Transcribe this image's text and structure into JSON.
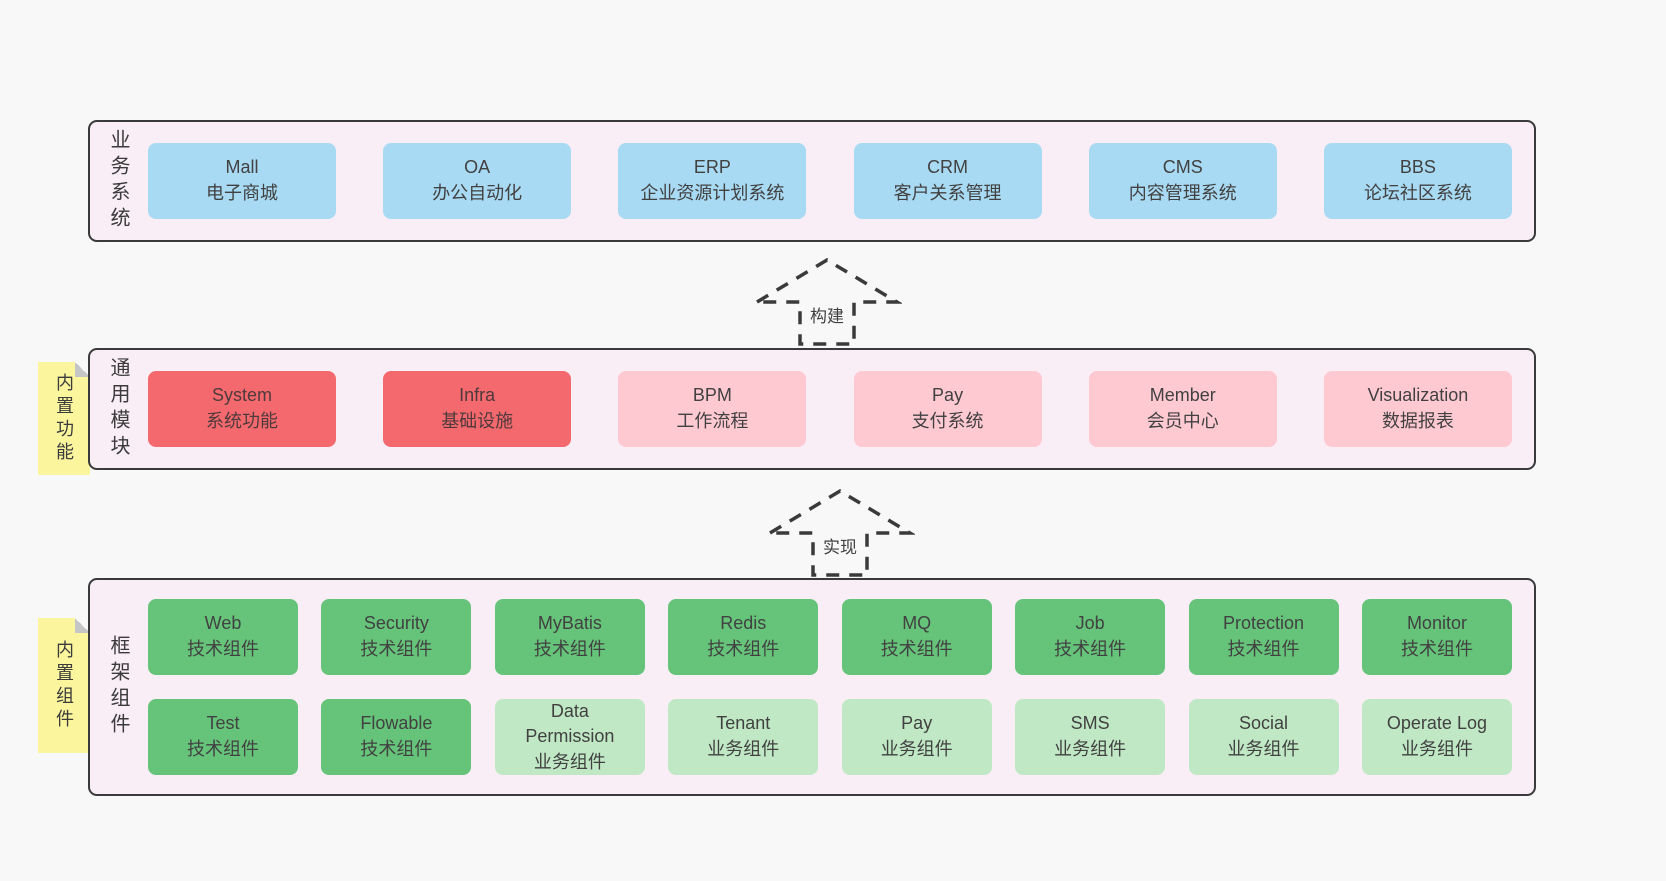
{
  "colors": {
    "page_bg": "#f8f8f8",
    "band_bg": "#f9edf6",
    "band_border": "#3a3a3a",
    "blue": "#a9daf3",
    "red": "#f4696e",
    "pink": "#ffc9d2",
    "green": "#66c47a",
    "light_green": "#c0e8c5",
    "sticky_yellow": "#fbf59e",
    "sticky_fold": "#c6c6c6",
    "text": "#414141"
  },
  "arrows": [
    {
      "label": "构建"
    },
    {
      "label": "实现"
    }
  ],
  "stickies": [
    {
      "label": "内置功能"
    },
    {
      "label": "内置组件"
    }
  ],
  "bands": [
    {
      "label": "业务系统",
      "boxes": [
        {
          "title": "Mall",
          "subtitle": "电子商城",
          "variant": "blue"
        },
        {
          "title": "OA",
          "subtitle": "办公自动化",
          "variant": "blue"
        },
        {
          "title": "ERP",
          "subtitle": "企业资源计划系统",
          "variant": "blue"
        },
        {
          "title": "CRM",
          "subtitle": "客户关系管理",
          "variant": "blue"
        },
        {
          "title": "CMS",
          "subtitle": "内容管理系统",
          "variant": "blue"
        },
        {
          "title": "BBS",
          "subtitle": "论坛社区系统",
          "variant": "blue"
        }
      ]
    },
    {
      "label": "通用模块",
      "boxes": [
        {
          "title": "System",
          "subtitle": "系统功能",
          "variant": "red"
        },
        {
          "title": "Infra",
          "subtitle": "基础设施",
          "variant": "red"
        },
        {
          "title": "BPM",
          "subtitle": "工作流程",
          "variant": "pink"
        },
        {
          "title": "Pay",
          "subtitle": "支付系统",
          "variant": "pink"
        },
        {
          "title": "Member",
          "subtitle": "会员中心",
          "variant": "pink"
        },
        {
          "title": "Visualization",
          "subtitle": "数据报表",
          "variant": "pink"
        }
      ]
    },
    {
      "label": "框架组件",
      "rows": [
        [
          {
            "title": "Web",
            "subtitle": "技术组件",
            "variant": "green"
          },
          {
            "title": "Security",
            "subtitle": "技术组件",
            "variant": "green"
          },
          {
            "title": "MyBatis",
            "subtitle": "技术组件",
            "variant": "green"
          },
          {
            "title": "Redis",
            "subtitle": "技术组件",
            "variant": "green"
          },
          {
            "title": "MQ",
            "subtitle": "技术组件",
            "variant": "green"
          },
          {
            "title": "Job",
            "subtitle": "技术组件",
            "variant": "green"
          },
          {
            "title": "Protection",
            "subtitle": "技术组件",
            "variant": "green"
          },
          {
            "title": "Monitor",
            "subtitle": "技术组件",
            "variant": "green"
          }
        ],
        [
          {
            "title": "Test",
            "subtitle": "技术组件",
            "variant": "green"
          },
          {
            "title": "Flowable",
            "subtitle": "技术组件",
            "variant": "green"
          },
          {
            "title": "Data Permission",
            "subtitle": "业务组件",
            "variant": "light_green"
          },
          {
            "title": "Tenant",
            "subtitle": "业务组件",
            "variant": "light_green"
          },
          {
            "title": "Pay",
            "subtitle": "业务组件",
            "variant": "light_green"
          },
          {
            "title": "SMS",
            "subtitle": "业务组件",
            "variant": "light_green"
          },
          {
            "title": "Social",
            "subtitle": "业务组件",
            "variant": "light_green"
          },
          {
            "title": "Operate Log",
            "subtitle": "业务组件",
            "variant": "light_green"
          }
        ]
      ]
    }
  ]
}
